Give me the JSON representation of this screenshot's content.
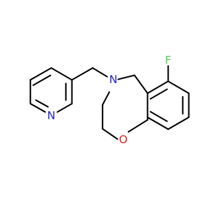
{
  "molecule": {
    "atoms": {
      "fluorine": {
        "symbol": "F",
        "color": "#4fd15a"
      },
      "amine_nitrogen": {
        "symbol": "N",
        "color": "#2323c9"
      },
      "ether_oxygen": {
        "symbol": "O",
        "color": "#e0231b"
      },
      "pyridine_nitrogen": {
        "symbol": "N",
        "color": "#2323c9"
      }
    }
  }
}
